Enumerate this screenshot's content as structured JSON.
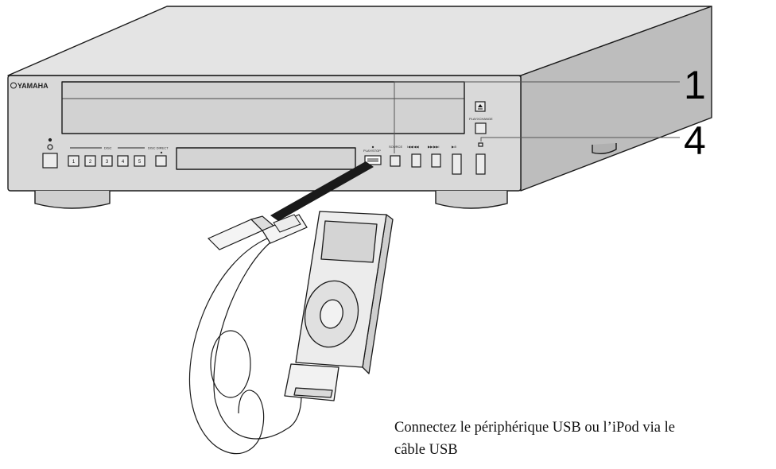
{
  "device": {
    "brand": "YAMAHA",
    "disc_buttons": [
      "1",
      "2",
      "3",
      "4",
      "5"
    ],
    "tiny_labels": {
      "disc": "DISC",
      "disc_direct": "DISC DIRECT",
      "usb": "PLAY/STOP",
      "source": "SOURCE",
      "skip_back": "I◀◀/◀◀",
      "skip_fwd": "▶▶/▶▶I",
      "play_pause": "▶/II",
      "playxchange": "PLAYXCHANGE"
    }
  },
  "callouts": [
    {
      "id": "1",
      "label": "1"
    },
    {
      "id": "4",
      "label": "4"
    }
  ],
  "caption": {
    "line1": "Connectez le périphérique USB ou l’iPod via le",
    "line2": "câble USB"
  },
  "colors": {
    "panel": "#d9d9d9",
    "top": "#e4e4e4",
    "side": "#bdbdbd",
    "outline": "#1a1a1a"
  }
}
